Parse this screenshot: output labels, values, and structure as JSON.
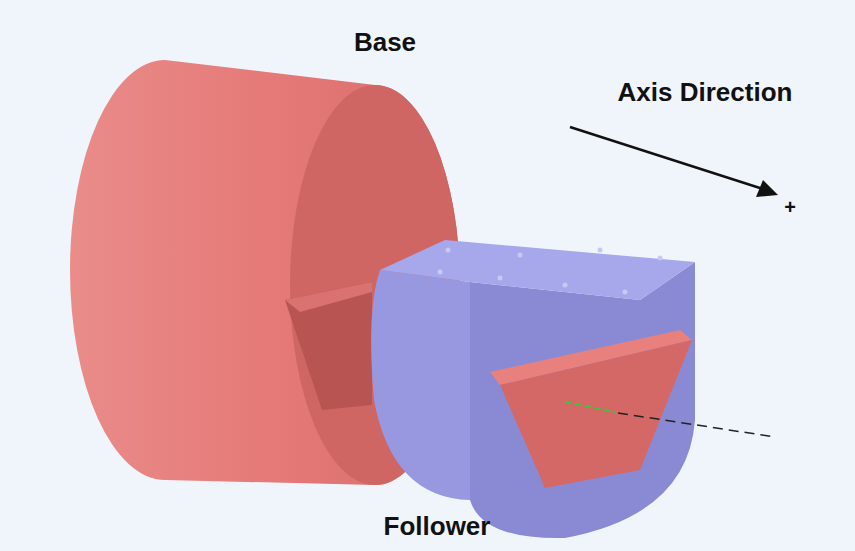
{
  "diagram": {
    "labels": [
      "Base",
      "Axis Direction",
      "+",
      "Follower"
    ]
  }
}
